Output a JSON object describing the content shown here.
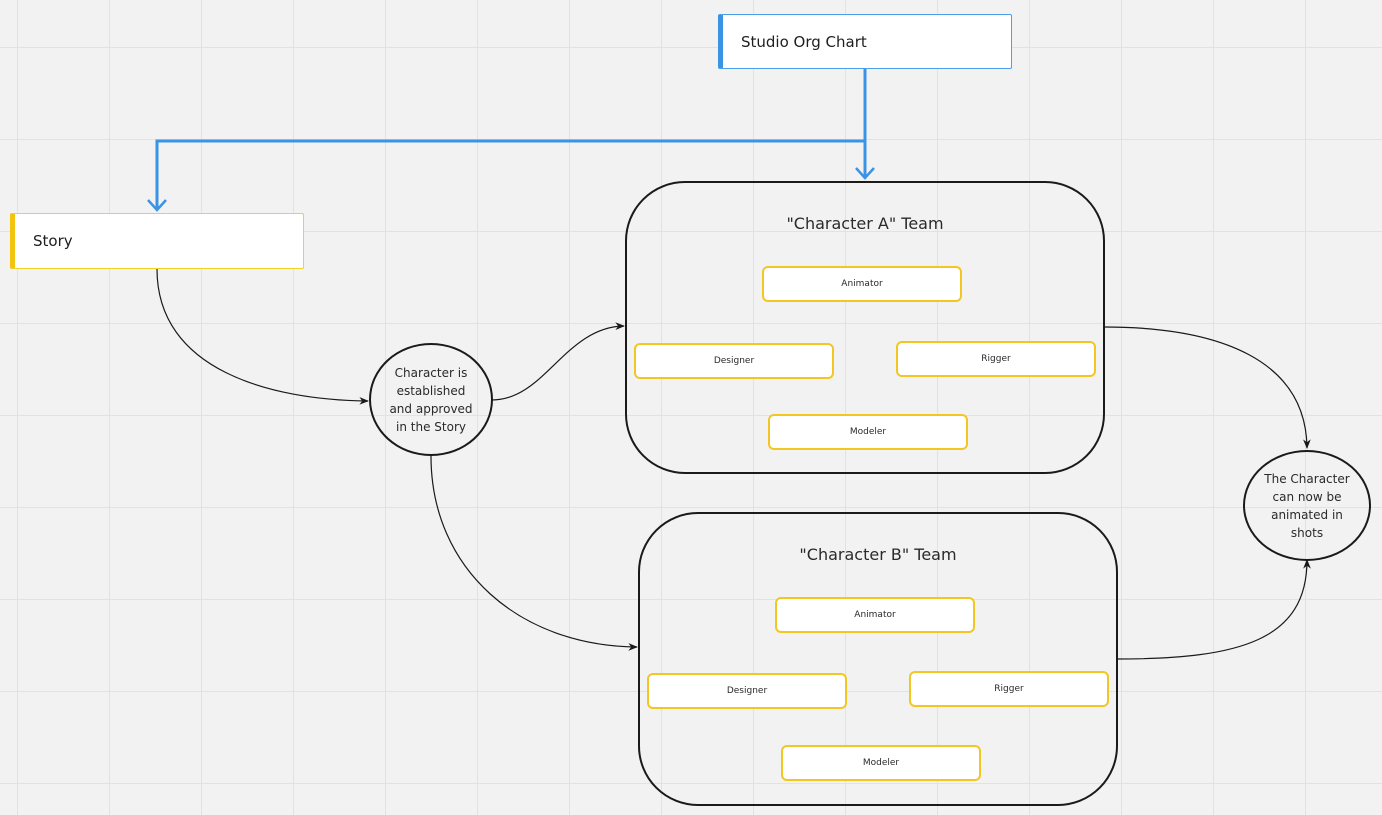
{
  "canvas": {
    "root_card": {
      "label": "Studio Org Chart"
    },
    "story_card": {
      "label": "Story"
    },
    "character_established": {
      "text": "Character is established and approved in the Story"
    },
    "character_animated": {
      "text": "The Character can now be animated in shots"
    },
    "team_a": {
      "title": "\"Character A\" Team",
      "roles": {
        "animator": "Animator",
        "designer": "Designer",
        "rigger": "Rigger",
        "modeler": "Modeler"
      }
    },
    "team_b": {
      "title": "\"Character B\" Team",
      "roles": {
        "animator": "Animator",
        "designer": "Designer",
        "rigger": "Rigger",
        "modeler": "Modeler"
      }
    }
  },
  "colors": {
    "canvas_background": "#f2f2f2",
    "grid_line": "#e2e2e2",
    "blue_connector": "#3b93e6",
    "yellow_accent": "#f2c40f",
    "outline": "#1a1a1a"
  }
}
